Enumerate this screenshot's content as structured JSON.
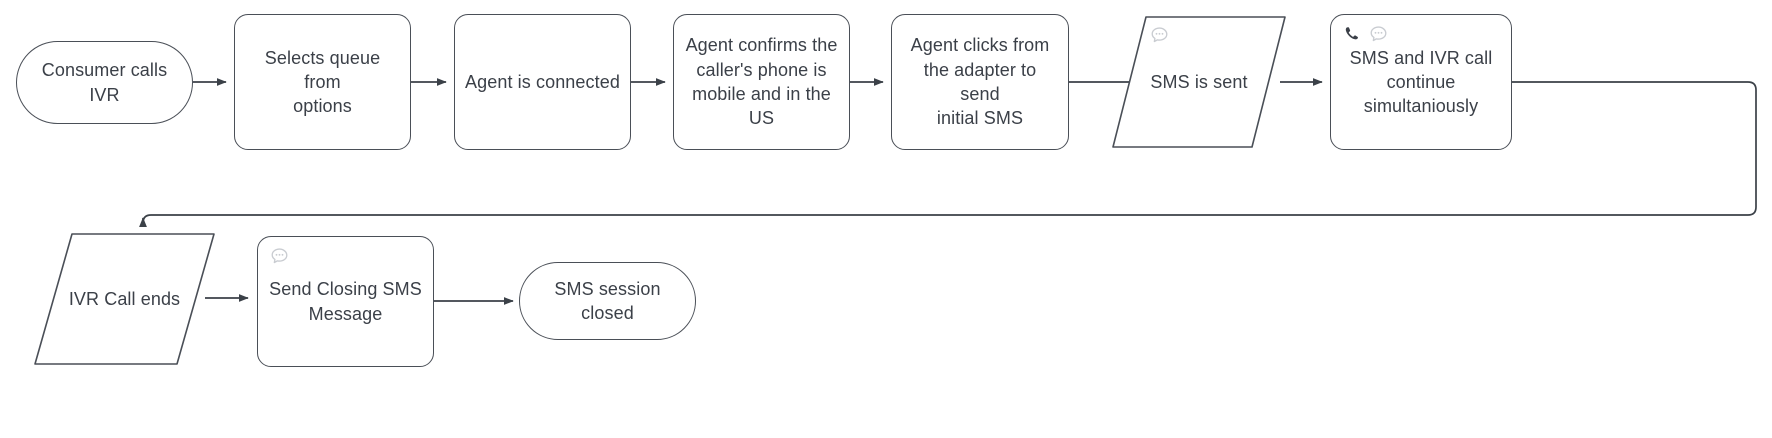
{
  "diagram": {
    "title": "IVR to SMS agent handoff flow",
    "background_color": "#ffffff",
    "stroke_color": "#4a4f57",
    "text_color": "#3b4048",
    "edge_color": "#3b4148",
    "icon_dark_color": "#3b4048",
    "icon_light_color": "#c9ccd1"
  },
  "nodes": [
    {
      "id": "consumer-calls-ivr",
      "label": "Consumer calls\nIVR",
      "shape": "stadium",
      "icons": []
    },
    {
      "id": "selects-queue",
      "label": "Selects queue from\noptions",
      "shape": "rounded-rect",
      "icons": []
    },
    {
      "id": "agent-connected",
      "label": "Agent is connected",
      "shape": "rounded-rect",
      "icons": []
    },
    {
      "id": "agent-confirms-phone",
      "label": "Agent confirms the\ncaller's phone is\nmobile and in the\nUS",
      "shape": "rounded-rect",
      "icons": []
    },
    {
      "id": "agent-clicks-adapter",
      "label": "Agent clicks from\nthe adapter to send\ninitial SMS",
      "shape": "rounded-rect",
      "icons": []
    },
    {
      "id": "sms-is-sent",
      "label": "SMS is sent",
      "shape": "parallelogram",
      "icons": [
        "chat-bubble-icon"
      ]
    },
    {
      "id": "sms-and-ivr-continue",
      "label": "SMS and IVR call\ncontinue\nsimultaniously",
      "shape": "rounded-rect",
      "icons": [
        "phone-icon",
        "chat-bubble-icon"
      ]
    },
    {
      "id": "ivr-call-ends",
      "label": "IVR Call ends",
      "shape": "parallelogram",
      "icons": []
    },
    {
      "id": "send-closing-sms",
      "label": "Send Closing SMS\nMessage",
      "shape": "rounded-rect",
      "icons": [
        "chat-bubble-icon"
      ]
    },
    {
      "id": "sms-session-closed",
      "label": "SMS session closed",
      "shape": "stadium",
      "icons": []
    }
  ],
  "edges": [
    {
      "id": "e1",
      "from": "consumer-calls-ivr",
      "to": "selects-queue",
      "type": "straight"
    },
    {
      "id": "e2",
      "from": "selects-queue",
      "to": "agent-connected",
      "type": "straight"
    },
    {
      "id": "e3",
      "from": "agent-connected",
      "to": "agent-confirms-phone",
      "type": "straight"
    },
    {
      "id": "e4",
      "from": "agent-confirms-phone",
      "to": "agent-clicks-adapter",
      "type": "straight"
    },
    {
      "id": "e5",
      "from": "agent-clicks-adapter",
      "to": "sms-is-sent",
      "type": "straight"
    },
    {
      "id": "e6",
      "from": "sms-is-sent",
      "to": "sms-and-ivr-continue",
      "type": "straight"
    },
    {
      "id": "e7",
      "from": "sms-and-ivr-continue",
      "to": "ivr-call-ends",
      "type": "orthogonal-wrap"
    },
    {
      "id": "e8",
      "from": "ivr-call-ends",
      "to": "send-closing-sms",
      "type": "straight"
    },
    {
      "id": "e9",
      "from": "send-closing-sms",
      "to": "sms-session-closed",
      "type": "straight"
    }
  ]
}
